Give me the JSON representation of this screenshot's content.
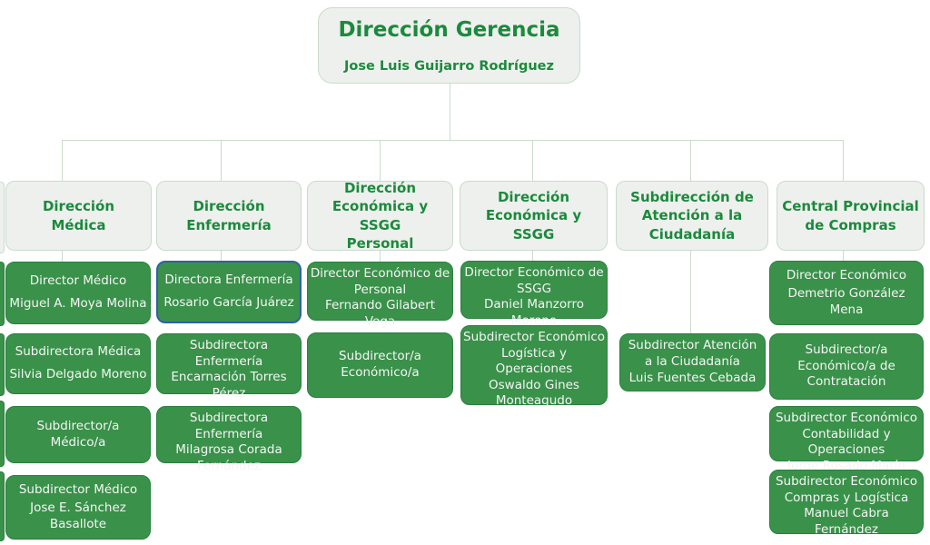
{
  "colors": {
    "node_green": "#3a914a",
    "node_border_green": "#2a8040",
    "header_bg": "#eef0ee",
    "header_border": "#c9dbcd",
    "header_text_green": "#1b8a3c",
    "connector_line": "#c9dbcd",
    "highlight_border_blue": "#3060a8",
    "node_text": "#f4f6f4"
  },
  "root": {
    "title": "Dirección Gerencia",
    "person": "Jose Luis Guijarro Rodríguez"
  },
  "columns": [
    {
      "header": [
        "Dirección",
        "Médica"
      ],
      "boxes": [
        {
          "role": "Director Médico",
          "person": "Miguel A. Moya Molina"
        },
        {
          "role": "Subdirectora Médica",
          "person": "Silvia Delgado Moreno"
        },
        {
          "role": [
            "Subdirector/a",
            "Médico/a"
          ],
          "person": ""
        },
        {
          "role": "Subdirector Médico",
          "person": [
            "Jose E. Sánchez",
            "Basallote"
          ]
        }
      ]
    },
    {
      "header": [
        "Dirección",
        "Enfermería"
      ],
      "boxes": [
        {
          "role": "Directora Enfermería",
          "person": "Rosario García Juárez",
          "highlighted": true
        },
        {
          "role": "Subdirectora Enfermería",
          "person": [
            "Encarnación Torres",
            "Pérez"
          ]
        },
        {
          "role": "Subdirectora Enfermería",
          "person": [
            "Milagrosa Corada",
            "Fernández"
          ]
        }
      ]
    },
    {
      "header": [
        "Dirección",
        "Económica y  SSGG",
        "Personal"
      ],
      "boxes": [
        {
          "role": [
            "Director Económico de",
            "Personal"
          ],
          "person": "Fernando Gilabert Vega"
        },
        {
          "role": [
            "Subdirector/a",
            "Económico/a"
          ],
          "person": ""
        }
      ]
    },
    {
      "header": [
        "Dirección",
        "Económica y",
        "SSGG"
      ],
      "boxes": [
        {
          "role": [
            "Director Económico de",
            "SSGG"
          ],
          "person": "Daniel Manzorro Moreno"
        },
        {
          "role": [
            "Subdirector Económico",
            "Logística y Operaciones"
          ],
          "person": [
            "Oswaldo Gines",
            "Monteagudo"
          ]
        }
      ]
    },
    {
      "header": [
        "Subdirección de",
        "Atención a la",
        "Ciudadanía"
      ],
      "boxes": [
        {
          "role": [
            "Subdirector Atención",
            "a la Ciudadanía"
          ],
          "person": "Luis Fuentes Cebada"
        }
      ]
    },
    {
      "header": [
        "Central Provincial",
        "de Compras"
      ],
      "boxes": [
        {
          "role": "Director Económico",
          "person": "Demetrio González Mena"
        },
        {
          "role": [
            "Subdirector/a",
            "Económico/a de",
            "Contratación"
          ],
          "person": ""
        },
        {
          "role": [
            "Subdirector Económico",
            "Contabilidad y Operaciones"
          ],
          "person": "Jorge Rosado Marín"
        },
        {
          "role": [
            "Subdirector Económico",
            "Compras y Logística"
          ],
          "person": "Manuel Cabra Fernández"
        }
      ]
    }
  ]
}
